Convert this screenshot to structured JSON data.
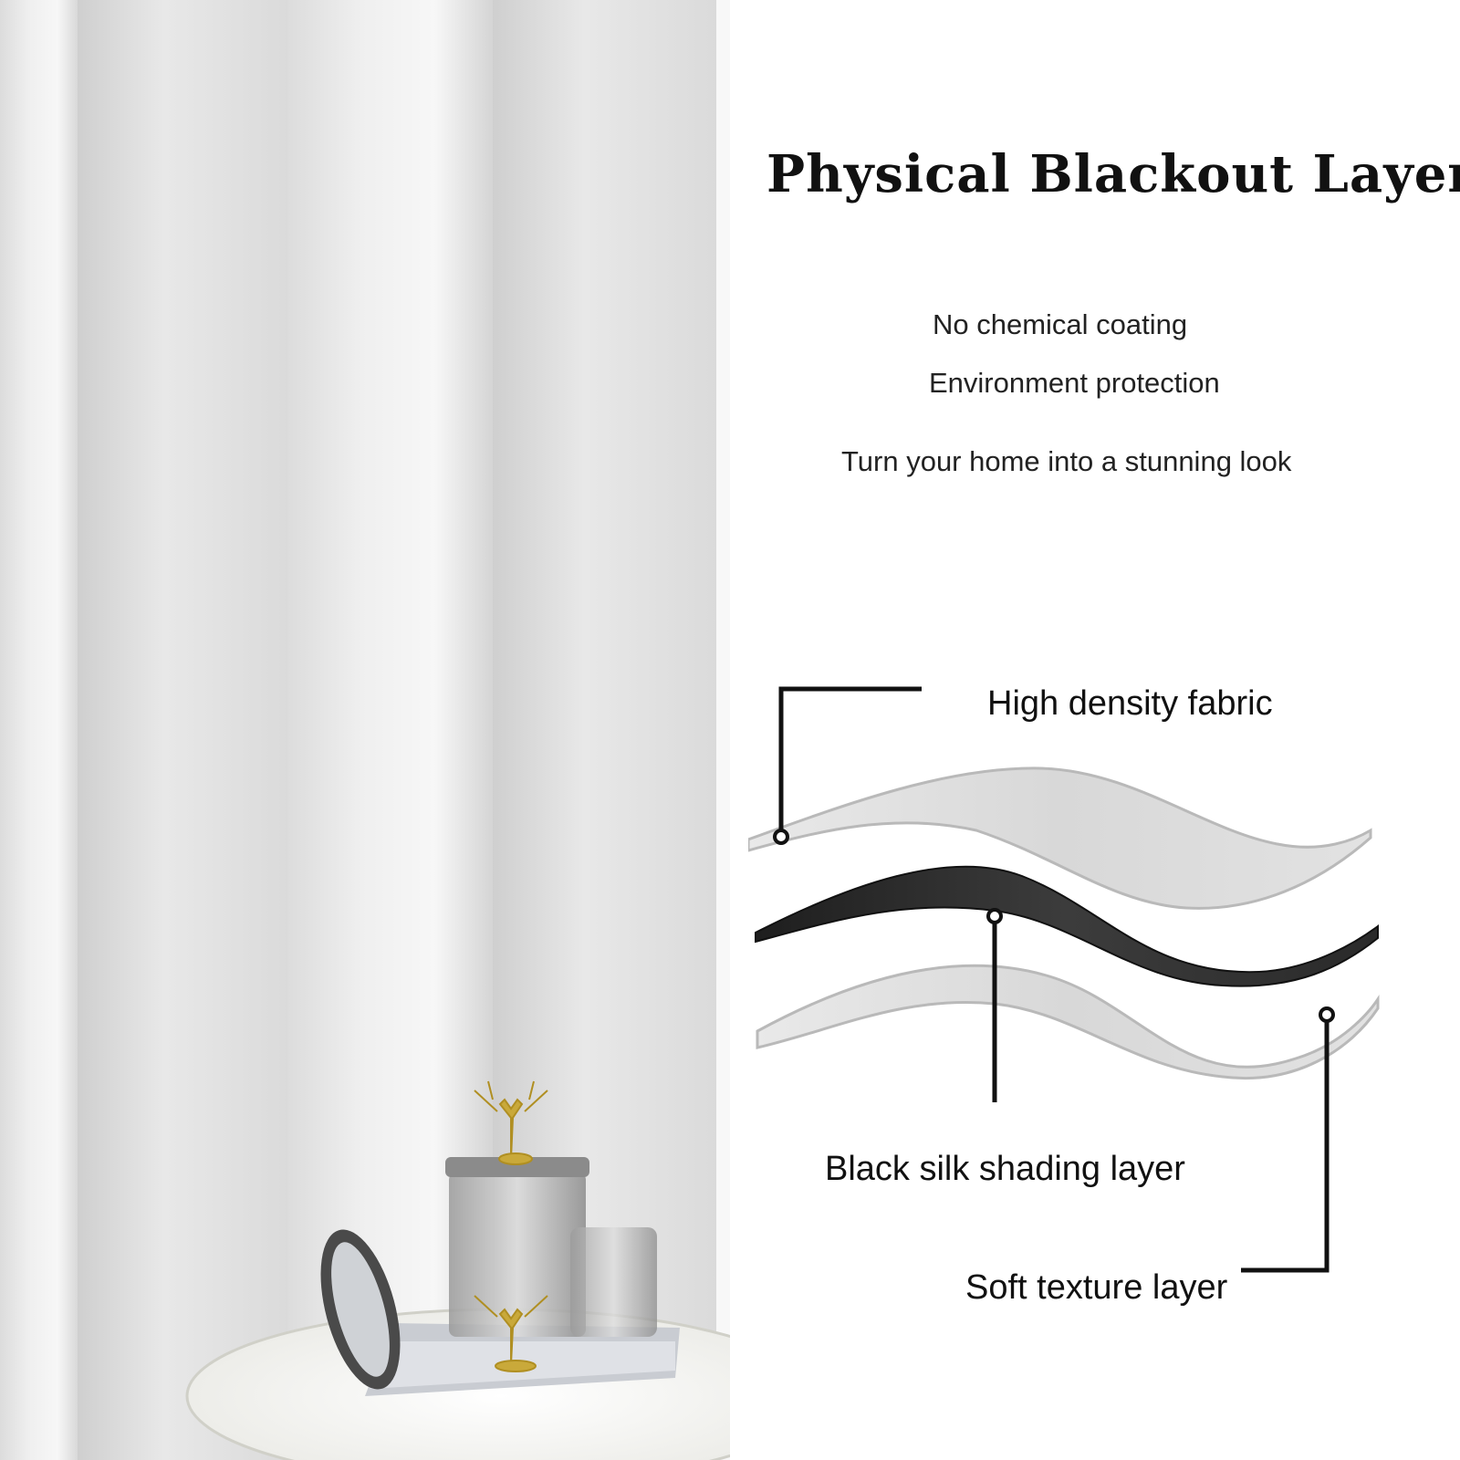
{
  "headline": {
    "title": "Physical Blackout Layer"
  },
  "features": [
    "No chemical coating",
    "Environment protection",
    "Turn your home into a stunning look"
  ],
  "layers": {
    "top": "High density fabric",
    "middle": "Black silk shading layer",
    "bottom": "Soft texture layer"
  },
  "colors": {
    "curtain": "#e6e6e6",
    "shading_layer": "#2f2f2f",
    "fabric_layer": "#d9d9d9",
    "text": "#111111"
  }
}
